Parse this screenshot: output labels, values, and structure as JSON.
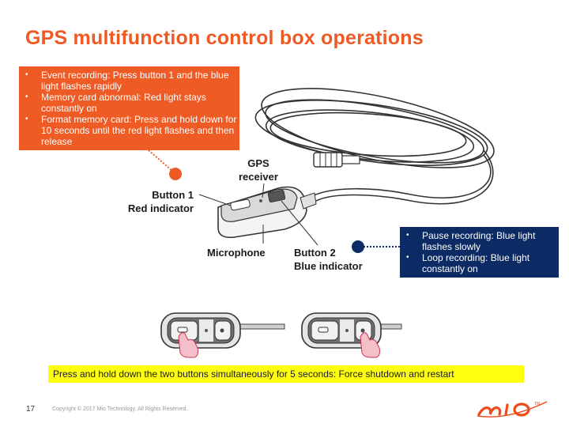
{
  "title": "GPS multifunction control box operations",
  "orange_callout": {
    "items": [
      "Event recording: Press button 1 and the blue light flashes rapidly",
      "Memory card abnormal: Red light stays constantly on",
      "Format memory card: Press and hold down for 10 seconds until the red light flashes and then release"
    ]
  },
  "blue_callout": {
    "items": [
      "Pause recording: Blue light flashes slowly",
      "Loop recording: Blue light constantly on"
    ]
  },
  "labels": {
    "gps_line1": "GPS",
    "gps_line2": "receiver",
    "button1_line1": "Button 1",
    "button1_line2": "Red indicator",
    "microphone": "Microphone",
    "button2_line1": "Button 2",
    "button2_line2": "Blue indicator"
  },
  "footer_note": "Press and hold down the two buttons simultaneously for 5 seconds: Force shutdown and restart",
  "page_number": "17",
  "copyright": "Copyright © 2017 Mio Technology. All Rights Reserved.",
  "colors": {
    "title": "#ee5a24",
    "orange_box": "#ef5b25",
    "blue_box": "#0c2a64",
    "yellow_box": "#fffd10"
  }
}
